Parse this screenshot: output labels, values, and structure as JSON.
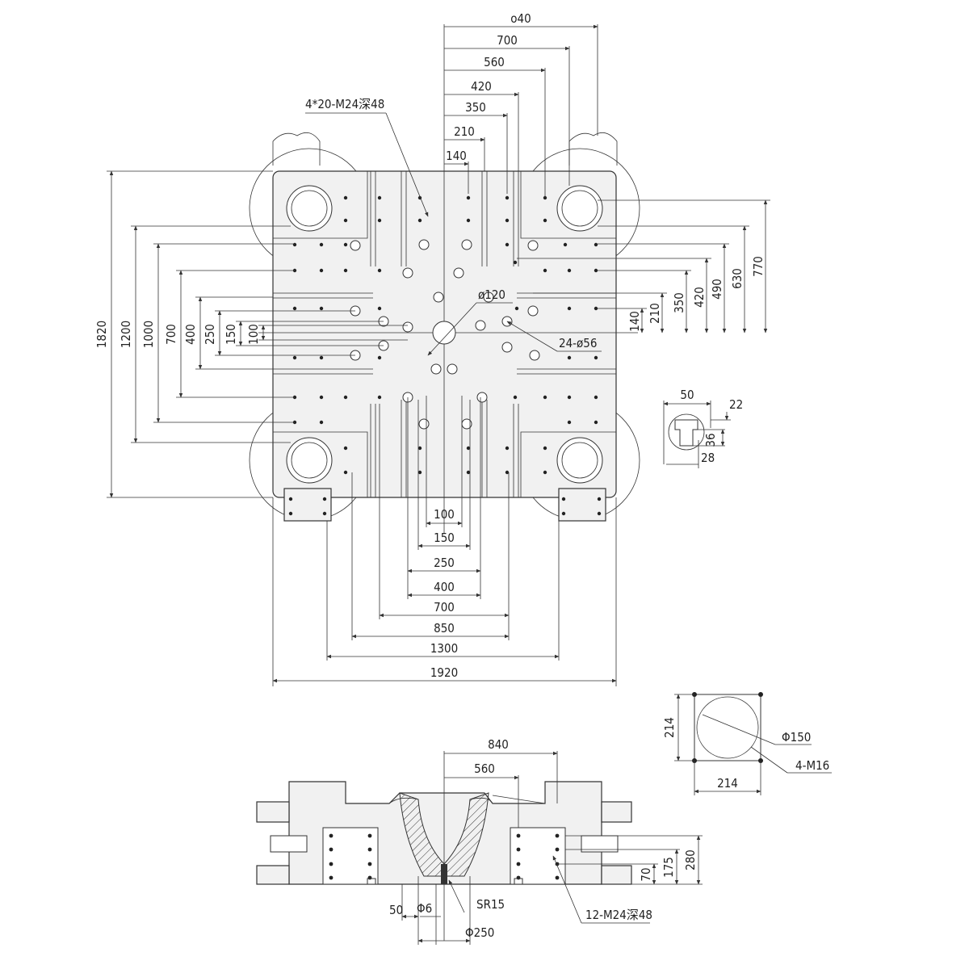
{
  "top_view": {
    "top_dims": [
      "ο40",
      "700",
      "560",
      "420",
      "350",
      "210",
      "140"
    ],
    "left_dims": [
      "1820",
      "1200",
      "1000",
      "700",
      "400",
      "250",
      "150",
      "100"
    ],
    "right_dims": [
      "770",
      "630",
      "490",
      "420",
      "350",
      "210",
      "140"
    ],
    "bottom_dims": [
      "100",
      "150",
      "250",
      "400",
      "700",
      "850",
      "1300",
      "1920"
    ],
    "note_thread": "4*20-M24深48",
    "note_center": "ø120",
    "note_holes": "24-ø56"
  },
  "slot_detail": {
    "width": "50",
    "depth": "22",
    "mid": "36",
    "neck": "28"
  },
  "bolt_detail": {
    "side": "214",
    "bottom": "214",
    "diameter": "Φ150",
    "thread": "4-M16"
  },
  "side_view": {
    "top_dims": [
      "840",
      "560"
    ],
    "right_dims": [
      "280",
      "175",
      "70"
    ],
    "bottom_labels": [
      "50",
      "Φ6",
      "SR15",
      "Φ250"
    ],
    "thread_note": "12-M24深48"
  }
}
